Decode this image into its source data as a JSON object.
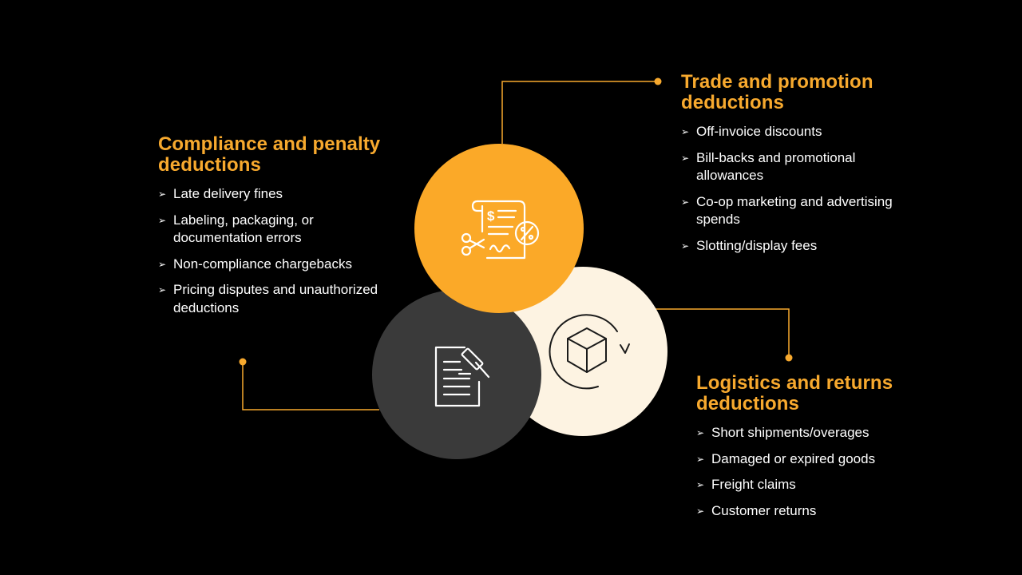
{
  "colors": {
    "background": "#000000",
    "accent": "#F7A92E",
    "circle_trade": "#FBA928",
    "circle_logistics": "#FDF3E2",
    "circle_compliance": "#3A3A3A",
    "text": "#FFFFFF"
  },
  "bullet_glyph": "➢",
  "compliance": {
    "heading": "Compliance and penalty deductions",
    "icon": "legal-document-gavel-icon",
    "items": [
      "Late delivery fines",
      "Labeling, packaging, or documentation errors",
      "Non-compliance chargebacks",
      "Pricing disputes and unauthorized deductions"
    ]
  },
  "trade": {
    "heading": "Trade and promotion deductions",
    "icon": "invoice-discount-scissors-icon",
    "items": [
      "Off-invoice discounts",
      "Bill-backs and promotional allowances",
      "Co-op marketing and advertising spends",
      "Slotting/display fees"
    ]
  },
  "logistics": {
    "heading": "Logistics and returns deductions",
    "icon": "package-return-cycle-icon",
    "items": [
      "Short shipments/overages",
      "Damaged or expired goods",
      "Freight claims",
      "Customer returns"
    ]
  }
}
